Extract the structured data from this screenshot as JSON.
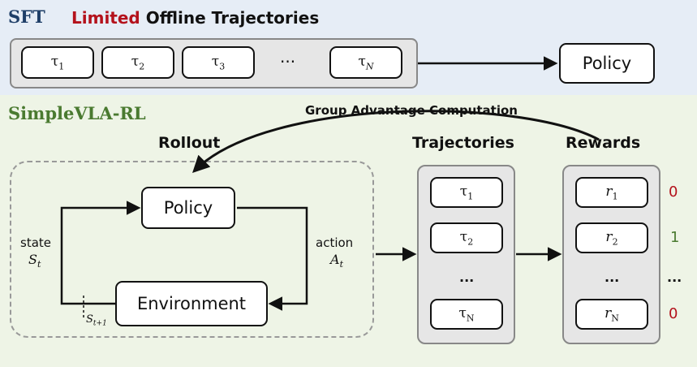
{
  "sft": {
    "title": "SFT",
    "subtitle_highlight": "Limited",
    "subtitle_rest": "Offline Trajectories",
    "trajectories": [
      "τ1",
      "τ2",
      "τ3",
      "τN"
    ],
    "ellipsis": "···",
    "policy_label": "Policy"
  },
  "rl": {
    "title": "SimpleVLA-RL",
    "group_advantage": "Group Advantage Computation",
    "rollout": "Rollout",
    "trajectories_header": "Trajectories",
    "rewards_header": "Rewards",
    "policy_label": "Policy",
    "environment_label": "Environment",
    "state_word": "state",
    "state_symbol": "St",
    "next_state_symbol": "St+1",
    "action_word": "action",
    "action_symbol": "At",
    "trajectories": [
      "τ1",
      "τ2",
      "...",
      "τN"
    ],
    "rewards": [
      "r1",
      "r2",
      "...",
      "rN"
    ],
    "reward_values": [
      "0",
      "1",
      "...",
      "0"
    ]
  },
  "colors": {
    "sft_title": "#1f3f68",
    "rl_title": "#4a7a30",
    "limited": "#b4121c",
    "reward_zero": "#b4121c",
    "reward_one": "#4a7a30",
    "sft_panel": "#e6edf6",
    "rl_panel": "#eef4e6"
  }
}
